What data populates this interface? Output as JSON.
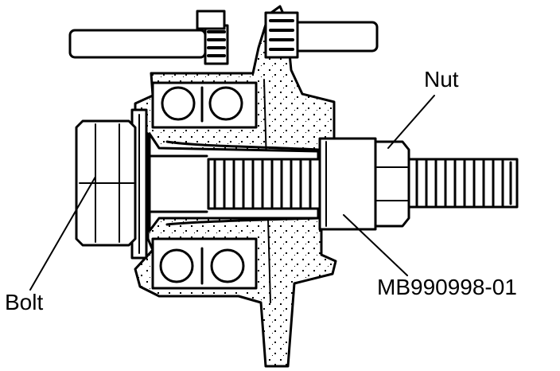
{
  "labels": {
    "nut": "Nut",
    "bolt": "Bolt",
    "tool": "MB990998-01"
  },
  "colors": {
    "ink": "#000000",
    "paper": "#ffffff"
  }
}
